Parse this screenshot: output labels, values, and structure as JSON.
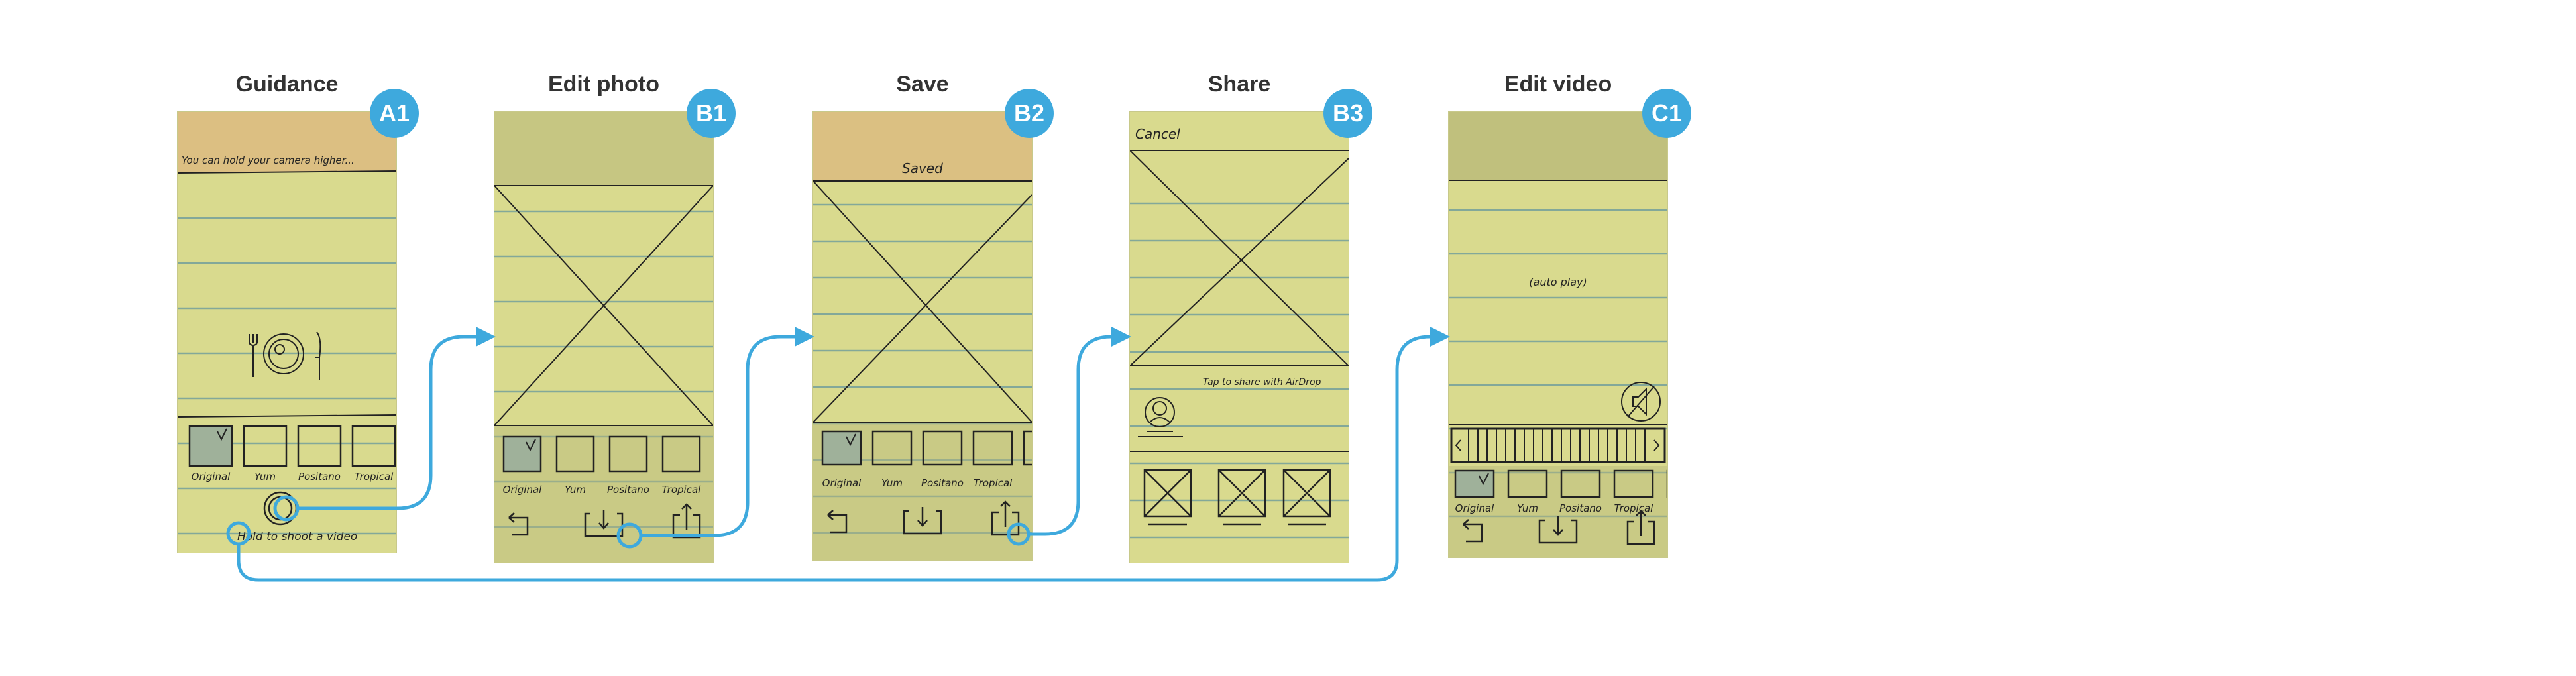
{
  "filters": [
    "Original",
    "Yum",
    "Positano",
    "Tropical"
  ],
  "screens": {
    "guidance": {
      "title": "Guidance",
      "badge": "A1",
      "header_text": "You can hold your camera higher...",
      "hint": "Hold to shoot a video"
    },
    "edit_photo": {
      "title": "Edit photo",
      "badge": "B1"
    },
    "save": {
      "title": "Save",
      "badge": "B2",
      "header_text": "Saved"
    },
    "share": {
      "title": "Share",
      "badge": "B3",
      "cancel": "Cancel",
      "airdrop_hint": "Tap to share with AirDrop"
    },
    "edit_video": {
      "title": "Edit video",
      "badge": "C1",
      "video_text": "(auto play)"
    }
  },
  "colors": {
    "accent": "#3ea9dd",
    "paper": "#d9da8e",
    "rule_line": "#6e9c9c",
    "ink": "#222222",
    "header_orange": "#e0b07a"
  }
}
